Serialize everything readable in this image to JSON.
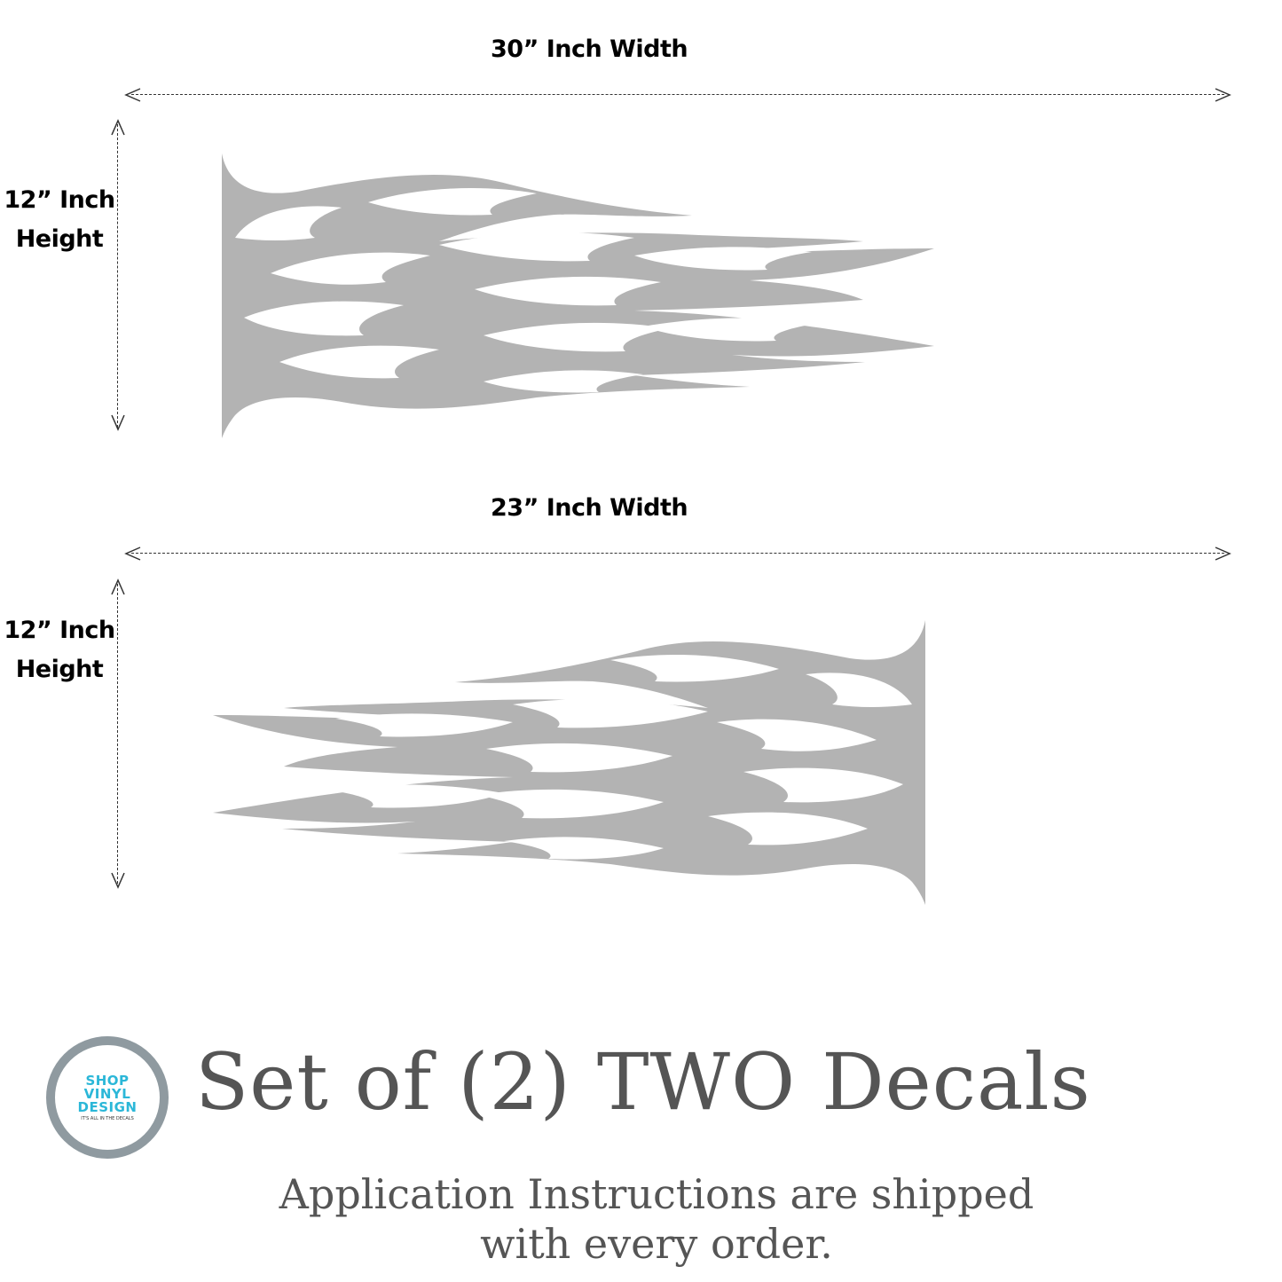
{
  "top": {
    "width_label": "30” Inch Width",
    "height_label_line1": "12” Inch",
    "height_label_line2": "Height"
  },
  "bottom": {
    "width_label": "23” Inch Width",
    "height_label_line1": "12” Inch",
    "height_label_line2": "Height"
  },
  "logo": {
    "line1": "SHOP",
    "line2": "VINYL",
    "line3": "DESIGN",
    "tagline": "IT'S ALL IN THE DECALS",
    "accent_color": "#2bb7d8",
    "ring_color": "#8f9aa0"
  },
  "title": "Set of (2) TWO Decals",
  "subtitle_line1": "Application Instructions are shipped",
  "subtitle_line2": "with every order.",
  "colors": {
    "decal": "#b3b3b3",
    "text_gray": "#555555"
  }
}
